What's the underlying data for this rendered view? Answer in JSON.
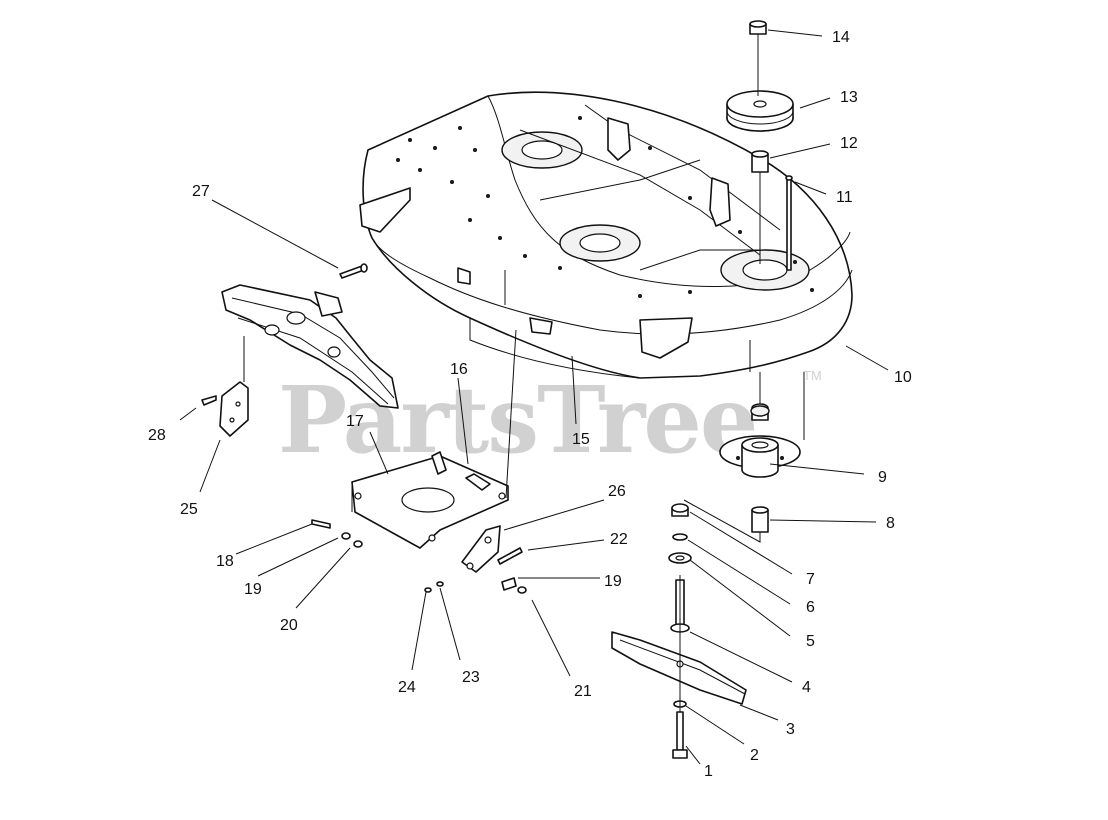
{
  "watermark": {
    "brand": "PartsTree",
    "trademark": "TM"
  },
  "callouts": [
    "1",
    "2",
    "3",
    "4",
    "5",
    "6",
    "7",
    "8",
    "9",
    "10",
    "11",
    "12",
    "13",
    "14",
    "15",
    "16",
    "17",
    "18",
    "19",
    "20",
    "21",
    "22",
    "23",
    "24",
    "25",
    "26",
    "27",
    "28",
    "19"
  ]
}
